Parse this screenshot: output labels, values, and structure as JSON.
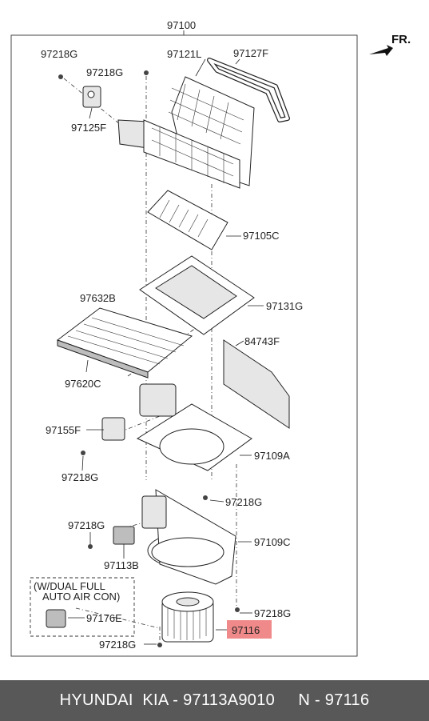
{
  "diagram": {
    "direction_label": "FR.",
    "note_lines": [
      "(W/DUAL FULL",
      "AUTO AIR CON)"
    ],
    "labels": {
      "l97100": "97100",
      "l97218G_a": "97218G",
      "l97218G_b": "97218G",
      "l97121L": "97121L",
      "l97127F": "97127F",
      "l97125F": "97125F",
      "l97105C": "97105C",
      "l97632B": "97632B",
      "l97131G": "97131G",
      "l84743F": "84743F",
      "l97620C": "97620C",
      "l97155F": "97155F",
      "l97109A": "97109A",
      "l97218G_c": "97218G",
      "l97218G_d": "97218G",
      "l97218G_e": "97218G",
      "l97109C": "97109C",
      "l97113B": "97113B",
      "l97176E": "97176E",
      "l97218G_f": "97218G",
      "l97116": "97116",
      "l97218G_g": "97218G"
    },
    "highlight_color": "#f08a8a"
  },
  "footer": {
    "text": "HYUNDAI  KIA - 97113A9010     N - 97116"
  }
}
